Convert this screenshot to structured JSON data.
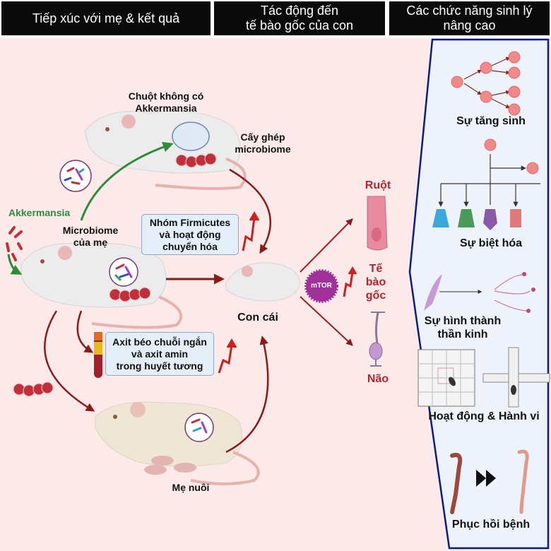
{
  "headers": {
    "col1": "Tiếp xúc với mẹ & kết quả",
    "col2_line1": "Tác động đến",
    "col2_line2": "tế bào gốc của con",
    "col3_line1": "Các chức năng sinh lý",
    "col3_line2": "nâng cao"
  },
  "left": {
    "gf_mouse_line1": "Chuột không có",
    "gf_mouse_line2": "Akkermansia",
    "transplant_line1": "Cấy ghép",
    "transplant_line2": "microbiome",
    "akkermansia": "Akkermansia",
    "maternal_microbiome_line1": "Microbiome",
    "maternal_microbiome_line2": "của mẹ",
    "firmicutes_line1": "Nhóm Firmicutes",
    "firmicutes_line2": "và hoạt động",
    "firmicutes_line3": "chuyển hóa",
    "plasma_line1": "Axit béo chuỗi ngắn",
    "plasma_line2": "và axit amin",
    "plasma_line3": "trong huyết tương",
    "offspring": "Con cái",
    "foster_mother": "Mẹ nuôi"
  },
  "middle": {
    "gut": "Ruột",
    "stem_line1": "Tế",
    "stem_line2": "bào",
    "stem_line3": "gốc",
    "mtor": "mTOR",
    "brain": "Não"
  },
  "panel": {
    "proliferation": "Sự tăng sinh",
    "differentiation": "Sự biệt hóa",
    "neurogenesis_line1": "Sự hình thành",
    "neurogenesis_line2": "thần kinh",
    "behavior": "Hoạt động & Hành vi",
    "recovery": "Phục hồi bệnh"
  },
  "colors": {
    "header_bg": "#0a0a0a",
    "canvas_bg": "#fce9ea",
    "panel_bg": "#eef2fa",
    "panel_border": "#0a1a8a",
    "arrow_red": "#8b1a1a",
    "arrow_green": "#2e8b3a",
    "label_red": "#b3262d",
    "mtor": "#a0309a"
  }
}
